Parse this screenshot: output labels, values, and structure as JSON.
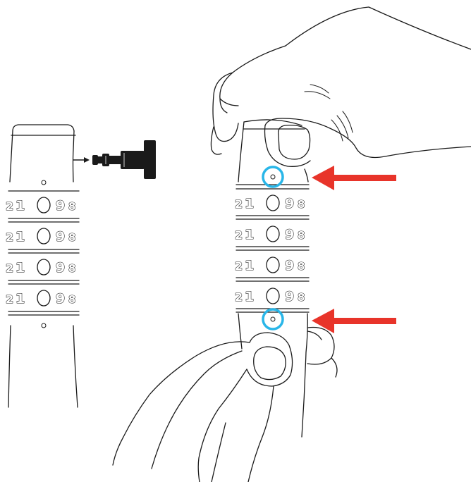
{
  "dial_digits": {
    "far_left": "2",
    "left": "1",
    "center": "0",
    "right": "9",
    "far_right": "8"
  },
  "colors": {
    "outline": "#1a1a1a",
    "highlight_ring": "#29b6e8",
    "arrow": "#e8342a",
    "knob": "#1a1a1a",
    "background": "#ffffff"
  },
  "icons": {
    "pointer": "arrow-right-icon",
    "alignment_marker": "circle-highlight-icon"
  }
}
